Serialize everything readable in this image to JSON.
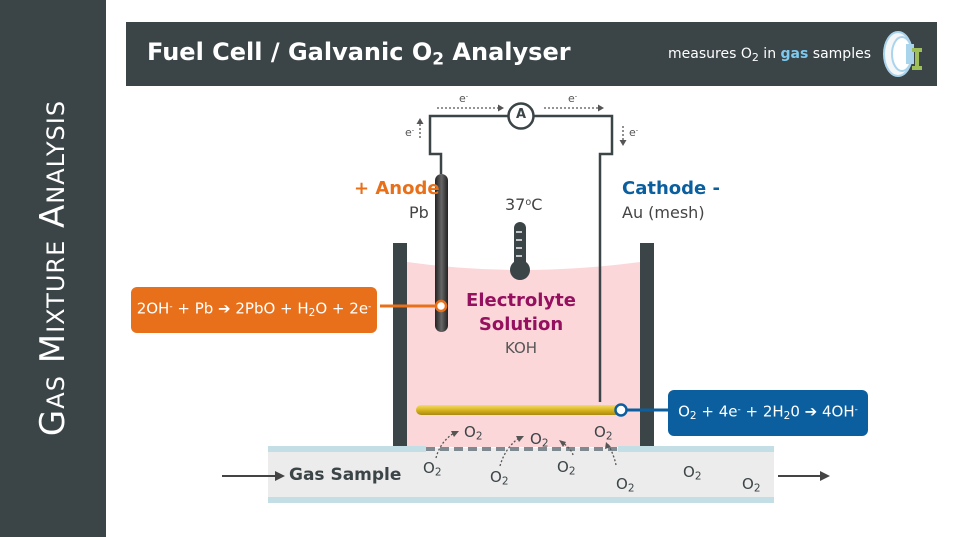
{
  "sidebar": {
    "title": "Gas Mixture Analysis"
  },
  "header": {
    "title_main": "Fuel Cell / Galvanic O",
    "title_sub": "2",
    "title_end": " Analyser",
    "tag_pre": "measures O",
    "tag_sub": "2",
    "tag_mid": " in ",
    "tag_highlight": "gas",
    "tag_post": " samples"
  },
  "circuit": {
    "ammeter": "A",
    "electron": "e",
    "electron_charge": "-"
  },
  "anode": {
    "title": "+ Anode",
    "material": "Pb"
  },
  "cathode": {
    "title": "Cathode -",
    "material": "Au (mesh)"
  },
  "thermometer": {
    "value": "37",
    "unit_sup": "o",
    "unit": "C"
  },
  "electrolyte": {
    "line1": "Electrolyte",
    "line2": "Solution",
    "formula": "KOH"
  },
  "anode_equation": {
    "p1": "2OH",
    "p2": " + Pb ➔ 2PbO + H",
    "p3": "O + 2e"
  },
  "cathode_equation": {
    "p1": "O",
    "p2": " + 4e",
    "p3": " + 2H",
    "p4": "0 ➔ 4OH"
  },
  "gas": {
    "label": "Gas Sample",
    "molecule": "O",
    "molecule_sub": "2"
  },
  "colors": {
    "panel": "#3b4447",
    "anode_orange": "#e8701a",
    "cathode_blue": "#0b5f9e",
    "electrolyte_pink": "#fbd7da",
    "electrolyte_text": "#95105e",
    "gold_mesh": "#d9b51e"
  }
}
